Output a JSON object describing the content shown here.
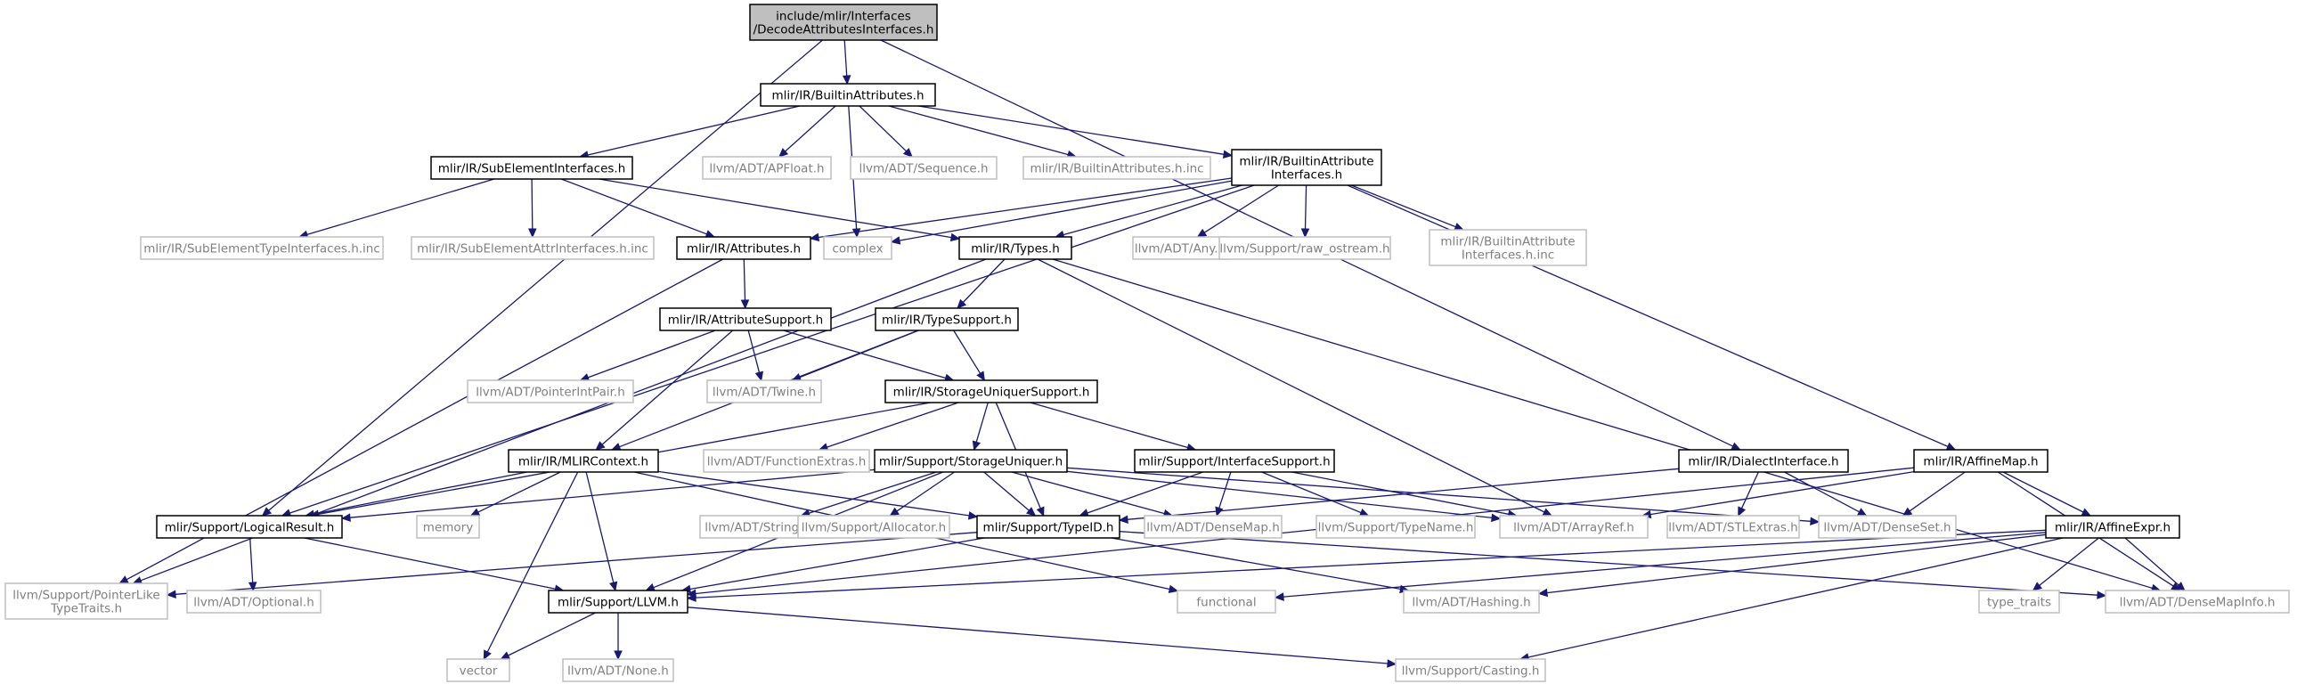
{
  "diagram": {
    "type": "include-dependency-graph",
    "nodes": [
      {
        "id": "root",
        "label": [
          "include/mlir/Interfaces",
          "/DecodeAttributesInterfaces.h"
        ],
        "kind": "root"
      },
      {
        "id": "builtinattr",
        "label": [
          "mlir/IR/BuiltinAttributes.h"
        ],
        "kind": "main"
      },
      {
        "id": "subelem",
        "label": [
          "mlir/IR/SubElementInterfaces.h"
        ],
        "kind": "main"
      },
      {
        "id": "apfloat",
        "label": [
          "llvm/ADT/APFloat.h"
        ],
        "kind": "ext"
      },
      {
        "id": "sequence",
        "label": [
          "llvm/ADT/Sequence.h"
        ],
        "kind": "ext"
      },
      {
        "id": "builtinattrinc",
        "label": [
          "mlir/IR/BuiltinAttributes.h.inc"
        ],
        "kind": "ext"
      },
      {
        "id": "baifaces",
        "label": [
          "mlir/IR/BuiltinAttribute",
          "Interfaces.h"
        ],
        "kind": "main"
      },
      {
        "id": "subeltypeinc",
        "label": [
          "mlir/IR/SubElementTypeInterfaces.h.inc"
        ],
        "kind": "ext"
      },
      {
        "id": "subelattrinc",
        "label": [
          "mlir/IR/SubElementAttrInterfaces.h.inc"
        ],
        "kind": "ext"
      },
      {
        "id": "attributes",
        "label": [
          "mlir/IR/Attributes.h"
        ],
        "kind": "main"
      },
      {
        "id": "complex",
        "label": [
          "complex"
        ],
        "kind": "ext"
      },
      {
        "id": "types",
        "label": [
          "mlir/IR/Types.h"
        ],
        "kind": "main"
      },
      {
        "id": "any",
        "label": [
          "llvm/ADT/Any.h"
        ],
        "kind": "ext"
      },
      {
        "id": "rawostream",
        "label": [
          "llvm/Support/raw_ostream.h"
        ],
        "kind": "ext"
      },
      {
        "id": "baifacesinc",
        "label": [
          "mlir/IR/BuiltinAttribute",
          "Interfaces.h.inc"
        ],
        "kind": "ext"
      },
      {
        "id": "attrsupport",
        "label": [
          "mlir/IR/AttributeSupport.h"
        ],
        "kind": "main"
      },
      {
        "id": "typesupport",
        "label": [
          "mlir/IR/TypeSupport.h"
        ],
        "kind": "main"
      },
      {
        "id": "pointerintpair",
        "label": [
          "llvm/ADT/PointerIntPair.h"
        ],
        "kind": "ext"
      },
      {
        "id": "twine",
        "label": [
          "llvm/ADT/Twine.h"
        ],
        "kind": "ext"
      },
      {
        "id": "storageuniqsupport",
        "label": [
          "mlir/IR/StorageUniquerSupport.h"
        ],
        "kind": "main"
      },
      {
        "id": "mlircontext",
        "label": [
          "mlir/IR/MLIRContext.h"
        ],
        "kind": "main"
      },
      {
        "id": "functionextras",
        "label": [
          "llvm/ADT/FunctionExtras.h"
        ],
        "kind": "ext"
      },
      {
        "id": "storageuniquer",
        "label": [
          "mlir/Support/StorageUniquer.h"
        ],
        "kind": "main"
      },
      {
        "id": "ifacesupport",
        "label": [
          "mlir/Support/InterfaceSupport.h"
        ],
        "kind": "main"
      },
      {
        "id": "dialectiface",
        "label": [
          "mlir/IR/DialectInterface.h"
        ],
        "kind": "main"
      },
      {
        "id": "affinemap",
        "label": [
          "mlir/IR/AffineMap.h"
        ],
        "kind": "main"
      },
      {
        "id": "logicalresult",
        "label": [
          "mlir/Support/LogicalResult.h"
        ],
        "kind": "main"
      },
      {
        "id": "memory",
        "label": [
          "memory"
        ],
        "kind": "ext"
      },
      {
        "id": "stringref",
        "label": [
          "llvm/ADT/StringRef.h"
        ],
        "kind": "ext"
      },
      {
        "id": "allocator",
        "label": [
          "llvm/Support/Allocator.h"
        ],
        "kind": "ext"
      },
      {
        "id": "typeid",
        "label": [
          "mlir/Support/TypeID.h"
        ],
        "kind": "main"
      },
      {
        "id": "densemap",
        "label": [
          "llvm/ADT/DenseMap.h"
        ],
        "kind": "ext"
      },
      {
        "id": "typename",
        "label": [
          "llvm/Support/TypeName.h"
        ],
        "kind": "ext"
      },
      {
        "id": "arrayref",
        "label": [
          "llvm/ADT/ArrayRef.h"
        ],
        "kind": "ext"
      },
      {
        "id": "stlextras",
        "label": [
          "llvm/ADT/STLExtras.h"
        ],
        "kind": "ext"
      },
      {
        "id": "denseset",
        "label": [
          "llvm/ADT/DenseSet.h"
        ],
        "kind": "ext"
      },
      {
        "id": "affineexpr",
        "label": [
          "mlir/IR/AffineExpr.h"
        ],
        "kind": "main"
      },
      {
        "id": "pointerlike",
        "label": [
          "llvm/Support/PointerLike",
          "TypeTraits.h"
        ],
        "kind": "ext"
      },
      {
        "id": "optional",
        "label": [
          "llvm/ADT/Optional.h"
        ],
        "kind": "ext"
      },
      {
        "id": "llvmh",
        "label": [
          "mlir/Support/LLVM.h"
        ],
        "kind": "main"
      },
      {
        "id": "functional",
        "label": [
          "functional"
        ],
        "kind": "ext"
      },
      {
        "id": "hashing",
        "label": [
          "llvm/ADT/Hashing.h"
        ],
        "kind": "ext"
      },
      {
        "id": "typetraits",
        "label": [
          "type_traits"
        ],
        "kind": "ext"
      },
      {
        "id": "densemapinfo",
        "label": [
          "llvm/ADT/DenseMapInfo.h"
        ],
        "kind": "ext"
      },
      {
        "id": "vector",
        "label": [
          "vector"
        ],
        "kind": "ext"
      },
      {
        "id": "none",
        "label": [
          "llvm/ADT/None.h"
        ],
        "kind": "ext"
      },
      {
        "id": "casting",
        "label": [
          "llvm/Support/Casting.h"
        ],
        "kind": "ext"
      }
    ],
    "edges": [
      [
        "root",
        "builtinattr"
      ],
      [
        "root",
        "logicalresult"
      ],
      [
        "root",
        "dialectiface"
      ],
      [
        "builtinattr",
        "subelem"
      ],
      [
        "builtinattr",
        "complex"
      ],
      [
        "builtinattr",
        "apfloat"
      ],
      [
        "builtinattr",
        "sequence"
      ],
      [
        "builtinattr",
        "builtinattrinc"
      ],
      [
        "builtinattr",
        "baifaces"
      ],
      [
        "subelem",
        "subeltypeinc"
      ],
      [
        "subelem",
        "subelattrinc"
      ],
      [
        "subelem",
        "attributes"
      ],
      [
        "subelem",
        "types"
      ],
      [
        "baifaces",
        "attributes"
      ],
      [
        "baifaces",
        "complex"
      ],
      [
        "baifaces",
        "types"
      ],
      [
        "baifaces",
        "any"
      ],
      [
        "baifaces",
        "rawostream"
      ],
      [
        "baifaces",
        "baifacesinc"
      ],
      [
        "baifaces",
        "affinemap"
      ],
      [
        "baifaces",
        "logicalresult"
      ],
      [
        "attributes",
        "attrsupport"
      ],
      [
        "attributes",
        "pointerlike"
      ],
      [
        "types",
        "typesupport"
      ],
      [
        "types",
        "arrayref"
      ],
      [
        "types",
        "densemapinfo"
      ],
      [
        "types",
        "pointerlike"
      ],
      [
        "attrsupport",
        "pointerintpair"
      ],
      [
        "attrsupport",
        "twine"
      ],
      [
        "attrsupport",
        "storageuniqsupport"
      ],
      [
        "attrsupport",
        "mlircontext"
      ],
      [
        "typesupport",
        "twine"
      ],
      [
        "typesupport",
        "storageuniqsupport"
      ],
      [
        "typesupport",
        "mlircontext"
      ],
      [
        "storageuniqsupport",
        "functionextras"
      ],
      [
        "storageuniqsupport",
        "storageuniquer"
      ],
      [
        "storageuniqsupport",
        "ifacesupport"
      ],
      [
        "storageuniqsupport",
        "typeid"
      ],
      [
        "storageuniqsupport",
        "logicalresult"
      ],
      [
        "mlircontext",
        "memory"
      ],
      [
        "mlircontext",
        "typeid"
      ],
      [
        "mlircontext",
        "llvmh"
      ],
      [
        "mlircontext",
        "vector"
      ],
      [
        "mlircontext",
        "functional"
      ],
      [
        "mlircontext",
        "logicalresult"
      ],
      [
        "storageuniquer",
        "stringref"
      ],
      [
        "storageuniquer",
        "allocator"
      ],
      [
        "storageuniquer",
        "typeid"
      ],
      [
        "storageuniquer",
        "llvmh"
      ],
      [
        "storageuniquer",
        "densemap"
      ],
      [
        "storageuniquer",
        "arrayref"
      ],
      [
        "storageuniquer",
        "logicalresult"
      ],
      [
        "storageuniquer",
        "denseset"
      ],
      [
        "ifacesupport",
        "typeid"
      ],
      [
        "ifacesupport",
        "densemap"
      ],
      [
        "ifacesupport",
        "typename"
      ],
      [
        "ifacesupport",
        "arrayref"
      ],
      [
        "dialectiface",
        "typeid"
      ],
      [
        "dialectiface",
        "stlextras"
      ],
      [
        "dialectiface",
        "denseset"
      ],
      [
        "affinemap",
        "affineexpr"
      ],
      [
        "affinemap",
        "arrayref"
      ],
      [
        "affinemap",
        "denseset"
      ],
      [
        "affinemap",
        "densemapinfo"
      ],
      [
        "affinemap",
        "llvmh"
      ],
      [
        "affineexpr",
        "llvmh"
      ],
      [
        "affineexpr",
        "functional"
      ],
      [
        "affineexpr",
        "hashing"
      ],
      [
        "affineexpr",
        "typetraits"
      ],
      [
        "affineexpr",
        "densemapinfo"
      ],
      [
        "affineexpr",
        "casting"
      ],
      [
        "logicalresult",
        "llvmh"
      ],
      [
        "logicalresult",
        "optional"
      ],
      [
        "typeid",
        "llvmh"
      ],
      [
        "typeid",
        "hashing"
      ],
      [
        "typeid",
        "pointerlike"
      ],
      [
        "typeid",
        "densemapinfo"
      ],
      [
        "llvmh",
        "vector"
      ],
      [
        "llvmh",
        "none"
      ],
      [
        "llvmh",
        "casting"
      ]
    ]
  }
}
